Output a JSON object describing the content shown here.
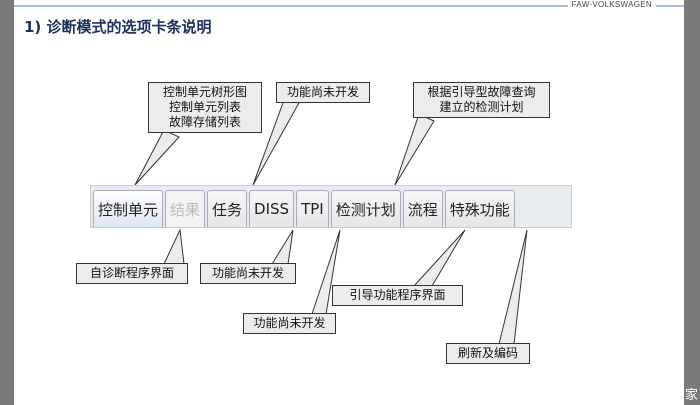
{
  "header": {
    "brand": "FAW-VOLKSWAGEN",
    "title": "1) 诊断模式的选项卡条说明"
  },
  "tabs": [
    {
      "label": "控制单元",
      "state": "active"
    },
    {
      "label": "结果",
      "state": "disabled"
    },
    {
      "label": "任务"
    },
    {
      "label": "DISS"
    },
    {
      "label": "TPI"
    },
    {
      "label": "检测计划"
    },
    {
      "label": "流程"
    },
    {
      "label": "特殊功能"
    }
  ],
  "callouts": {
    "c1": [
      "控制单元树形图",
      "控制单元列表",
      "故障存储列表"
    ],
    "c2": "功能尚未开发",
    "c3": [
      "根据引导型故障查询",
      "建立的检测计划"
    ],
    "c4": "自诊断程序界面",
    "c5": "功能尚未开发",
    "c6": "功能尚未开发",
    "c7": "引导功能程序界面",
    "c8": "刷新及编码"
  },
  "watermark": "家"
}
